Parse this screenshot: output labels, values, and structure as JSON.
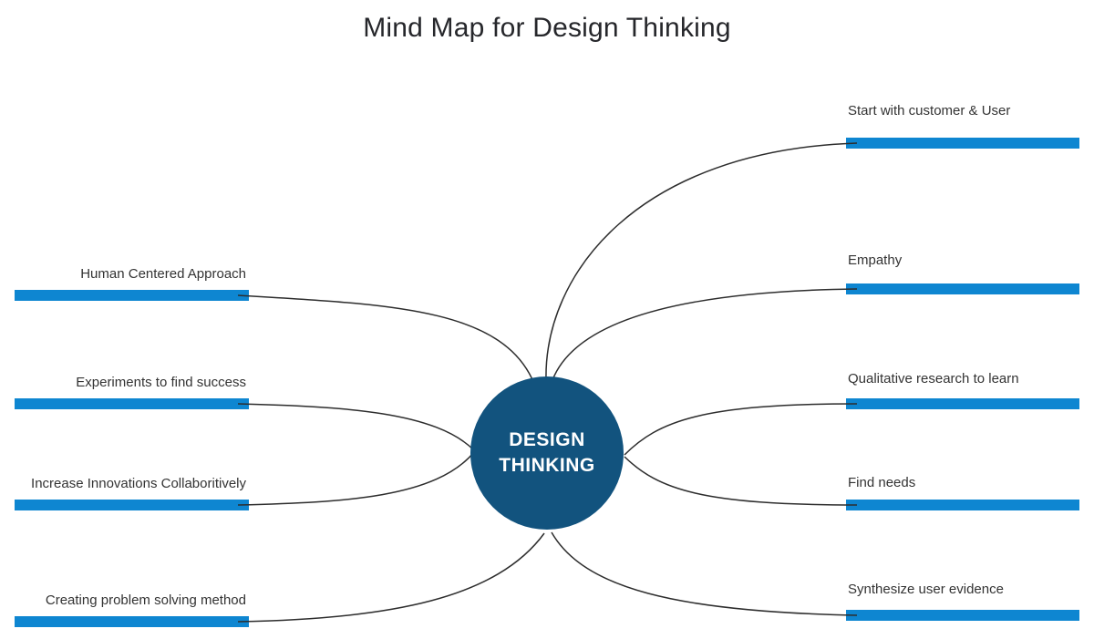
{
  "title": "Mind Map for Design Thinking",
  "center": {
    "line1": "DESIGN",
    "line2": "THINKING"
  },
  "branches": {
    "left": [
      {
        "id": "human-centered-approach",
        "label": "Human Centered Approach"
      },
      {
        "id": "experiments-to-find-success",
        "label": "Experiments to find success"
      },
      {
        "id": "increase-innovations-collaboritively",
        "label": "Increase Innovations Collaboritively"
      },
      {
        "id": "creating-problem-solving-method",
        "label": "Creating problem solving method"
      }
    ],
    "right": [
      {
        "id": "start-with-customer-user",
        "label": "Start with customer & User"
      },
      {
        "id": "empathy",
        "label": "Empathy"
      },
      {
        "id": "qualitative-research-to-learn",
        "label": "Qualitative research to learn"
      },
      {
        "id": "find-needs",
        "label": "Find needs"
      },
      {
        "id": "synthesize-user-evidence",
        "label": "Synthesize user evidence"
      }
    ]
  },
  "colors": {
    "bar": "#0e86d1",
    "node": "#12537e",
    "line": "#2d2d2d",
    "text": "#333333",
    "title_text": "#26272b"
  }
}
